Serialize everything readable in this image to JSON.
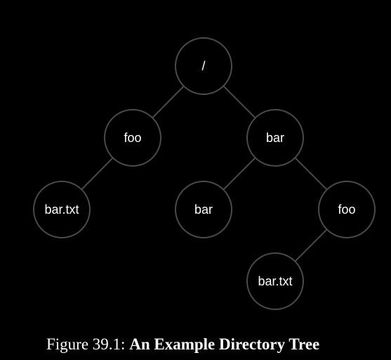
{
  "diagram": {
    "nodes": [
      {
        "id": "n_root",
        "label": "/",
        "parent": null
      },
      {
        "id": "n_foo",
        "label": "foo",
        "parent": "n_root"
      },
      {
        "id": "n_bar",
        "label": "bar",
        "parent": "n_root"
      },
      {
        "id": "n_foo_bartxt",
        "label": "bar.txt",
        "parent": "n_foo"
      },
      {
        "id": "n_bar_bar",
        "label": "bar",
        "parent": "n_bar"
      },
      {
        "id": "n_bar_foo",
        "label": "foo",
        "parent": "n_bar"
      },
      {
        "id": "n_bar_foo_bartxt",
        "label": "bar.txt",
        "parent": "n_bar_foo"
      }
    ],
    "colors": {
      "background": "#000000",
      "outline": "#4a4a4a",
      "text": "#ffffff"
    }
  },
  "caption": {
    "prefix": "Figure 39.1:",
    "title": "An Example Directory Tree"
  }
}
